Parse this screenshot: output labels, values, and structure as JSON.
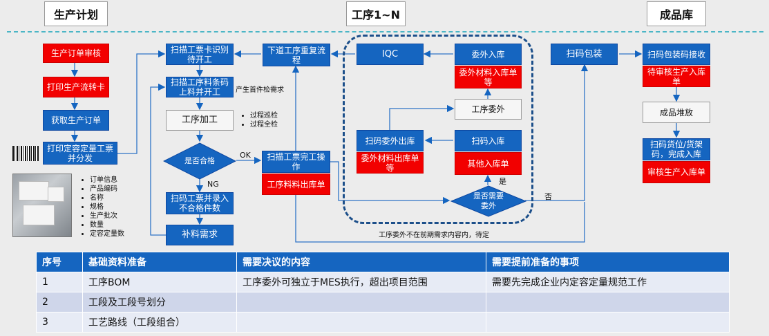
{
  "headers": {
    "plan": "生产计划",
    "process": "工序1~N",
    "warehouse": "成品库"
  },
  "left_column": {
    "order_review": "生产订单审核",
    "print_card": "打印生产流转卡",
    "get_order": "获取生产订单",
    "print_ticket": "打印定容定量工票并分发"
  },
  "ticket_info": [
    "订单信息",
    "产品编码",
    "名称",
    "规格",
    "生产批次",
    "数量",
    "定容定量数"
  ],
  "mid_column": {
    "scan_start": "扫描工票卡识别待开工",
    "scan_material": "扫描工序料条码上料并开工",
    "first_check": "产生首件检需求",
    "processing": "工序加工",
    "inspection_notes": [
      "过程巡检",
      "过程全检"
    ],
    "qualified": "是否合格",
    "ok": "OK",
    "ng": "NG",
    "record_ng": "扫码工票并录入不合格件数",
    "replenish": "补料需求"
  },
  "second_column": {
    "next_flow": "下道工序重复流程",
    "scan_complete": "扫描工票完工操作",
    "material_out": "工序料料出库单"
  },
  "outsource_region": {
    "iqc": "IQC",
    "outsource_in": "委外入库",
    "outsource_in_doc": "委外材料入库单等",
    "outsource": "工序委外",
    "scan_out": "扫码委外出库",
    "scan_out_doc": "委外材料出库单等",
    "scan_in": "扫码入库",
    "other_in_doc": "其他入库单",
    "need_outsource": "是否需要委外",
    "yes": "是",
    "no": "否",
    "bottom_note": "工序委外不在前期需求内容内，待定"
  },
  "right_column": {
    "scan_pack": "扫码包装",
    "scan_pack_receive": "扫码包装码接收",
    "pending_review": "待审核生产入库单",
    "stacking": "成品堆放",
    "scan_shelf": "扫码货位/货架码，完成入库",
    "review_in": "审核生产入库单"
  },
  "table": {
    "headers": [
      "序号",
      "基础资料准备",
      "需要决议的内容",
      "需要提前准备的事项"
    ],
    "rows": [
      [
        "1",
        "工序BOM",
        "工序委外可独立于MES执行，超出项目范围",
        "需要先完成企业内定容定量规范工作"
      ],
      [
        "2",
        "工段及工段号划分",
        "",
        ""
      ],
      [
        "3",
        "工艺路线（工段组合）",
        "",
        ""
      ]
    ]
  },
  "colors": {
    "blue": "#1565c0",
    "red": "#f20000",
    "region_border": "#1c4f8a",
    "divider": "#4bb6c6"
  }
}
